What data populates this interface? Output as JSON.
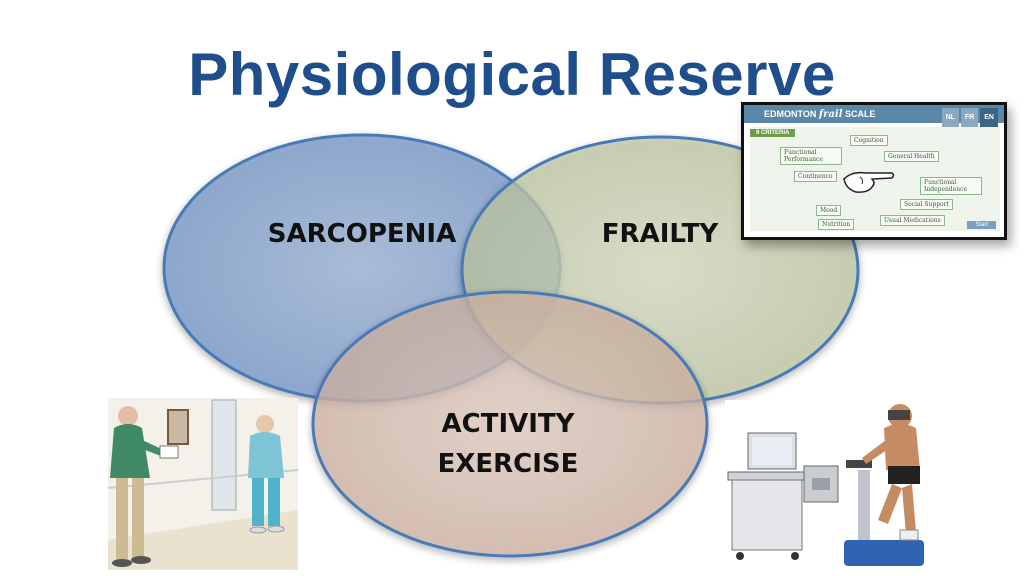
{
  "slide": {
    "title": "Physiological Reserve",
    "colors": {
      "title": "#1f4e8c",
      "circle_stroke": "#4a7ab8"
    }
  },
  "venn": {
    "sets": [
      {
        "label": "SARCOPENIA",
        "fill": "#7f9dc8"
      },
      {
        "label": "FRAILTY",
        "fill": "#c3ccaa"
      },
      {
        "label": "ACTIVITY",
        "label2": "EXERCISE",
        "fill": "#d4b8aa"
      }
    ]
  },
  "inset": {
    "brand_prefix": "EDMONTON",
    "brand_frail": "frail",
    "brand_suffix": "SCALE",
    "languages": [
      "NL",
      "FR",
      "EN"
    ],
    "active_language": "EN",
    "criteria_tag": "9 CRITERIA",
    "nodes": [
      "Cognition",
      "Functional Performance",
      "General Health",
      "Continence",
      "Functional Independence",
      "Social Support",
      "Mood",
      "Nutrition",
      "Usual Medications"
    ],
    "start_label": "Start"
  },
  "illustrations": {
    "left": "nurse-and-patient-walking-illustration",
    "right": "exercise-stress-test-bike-photo"
  }
}
